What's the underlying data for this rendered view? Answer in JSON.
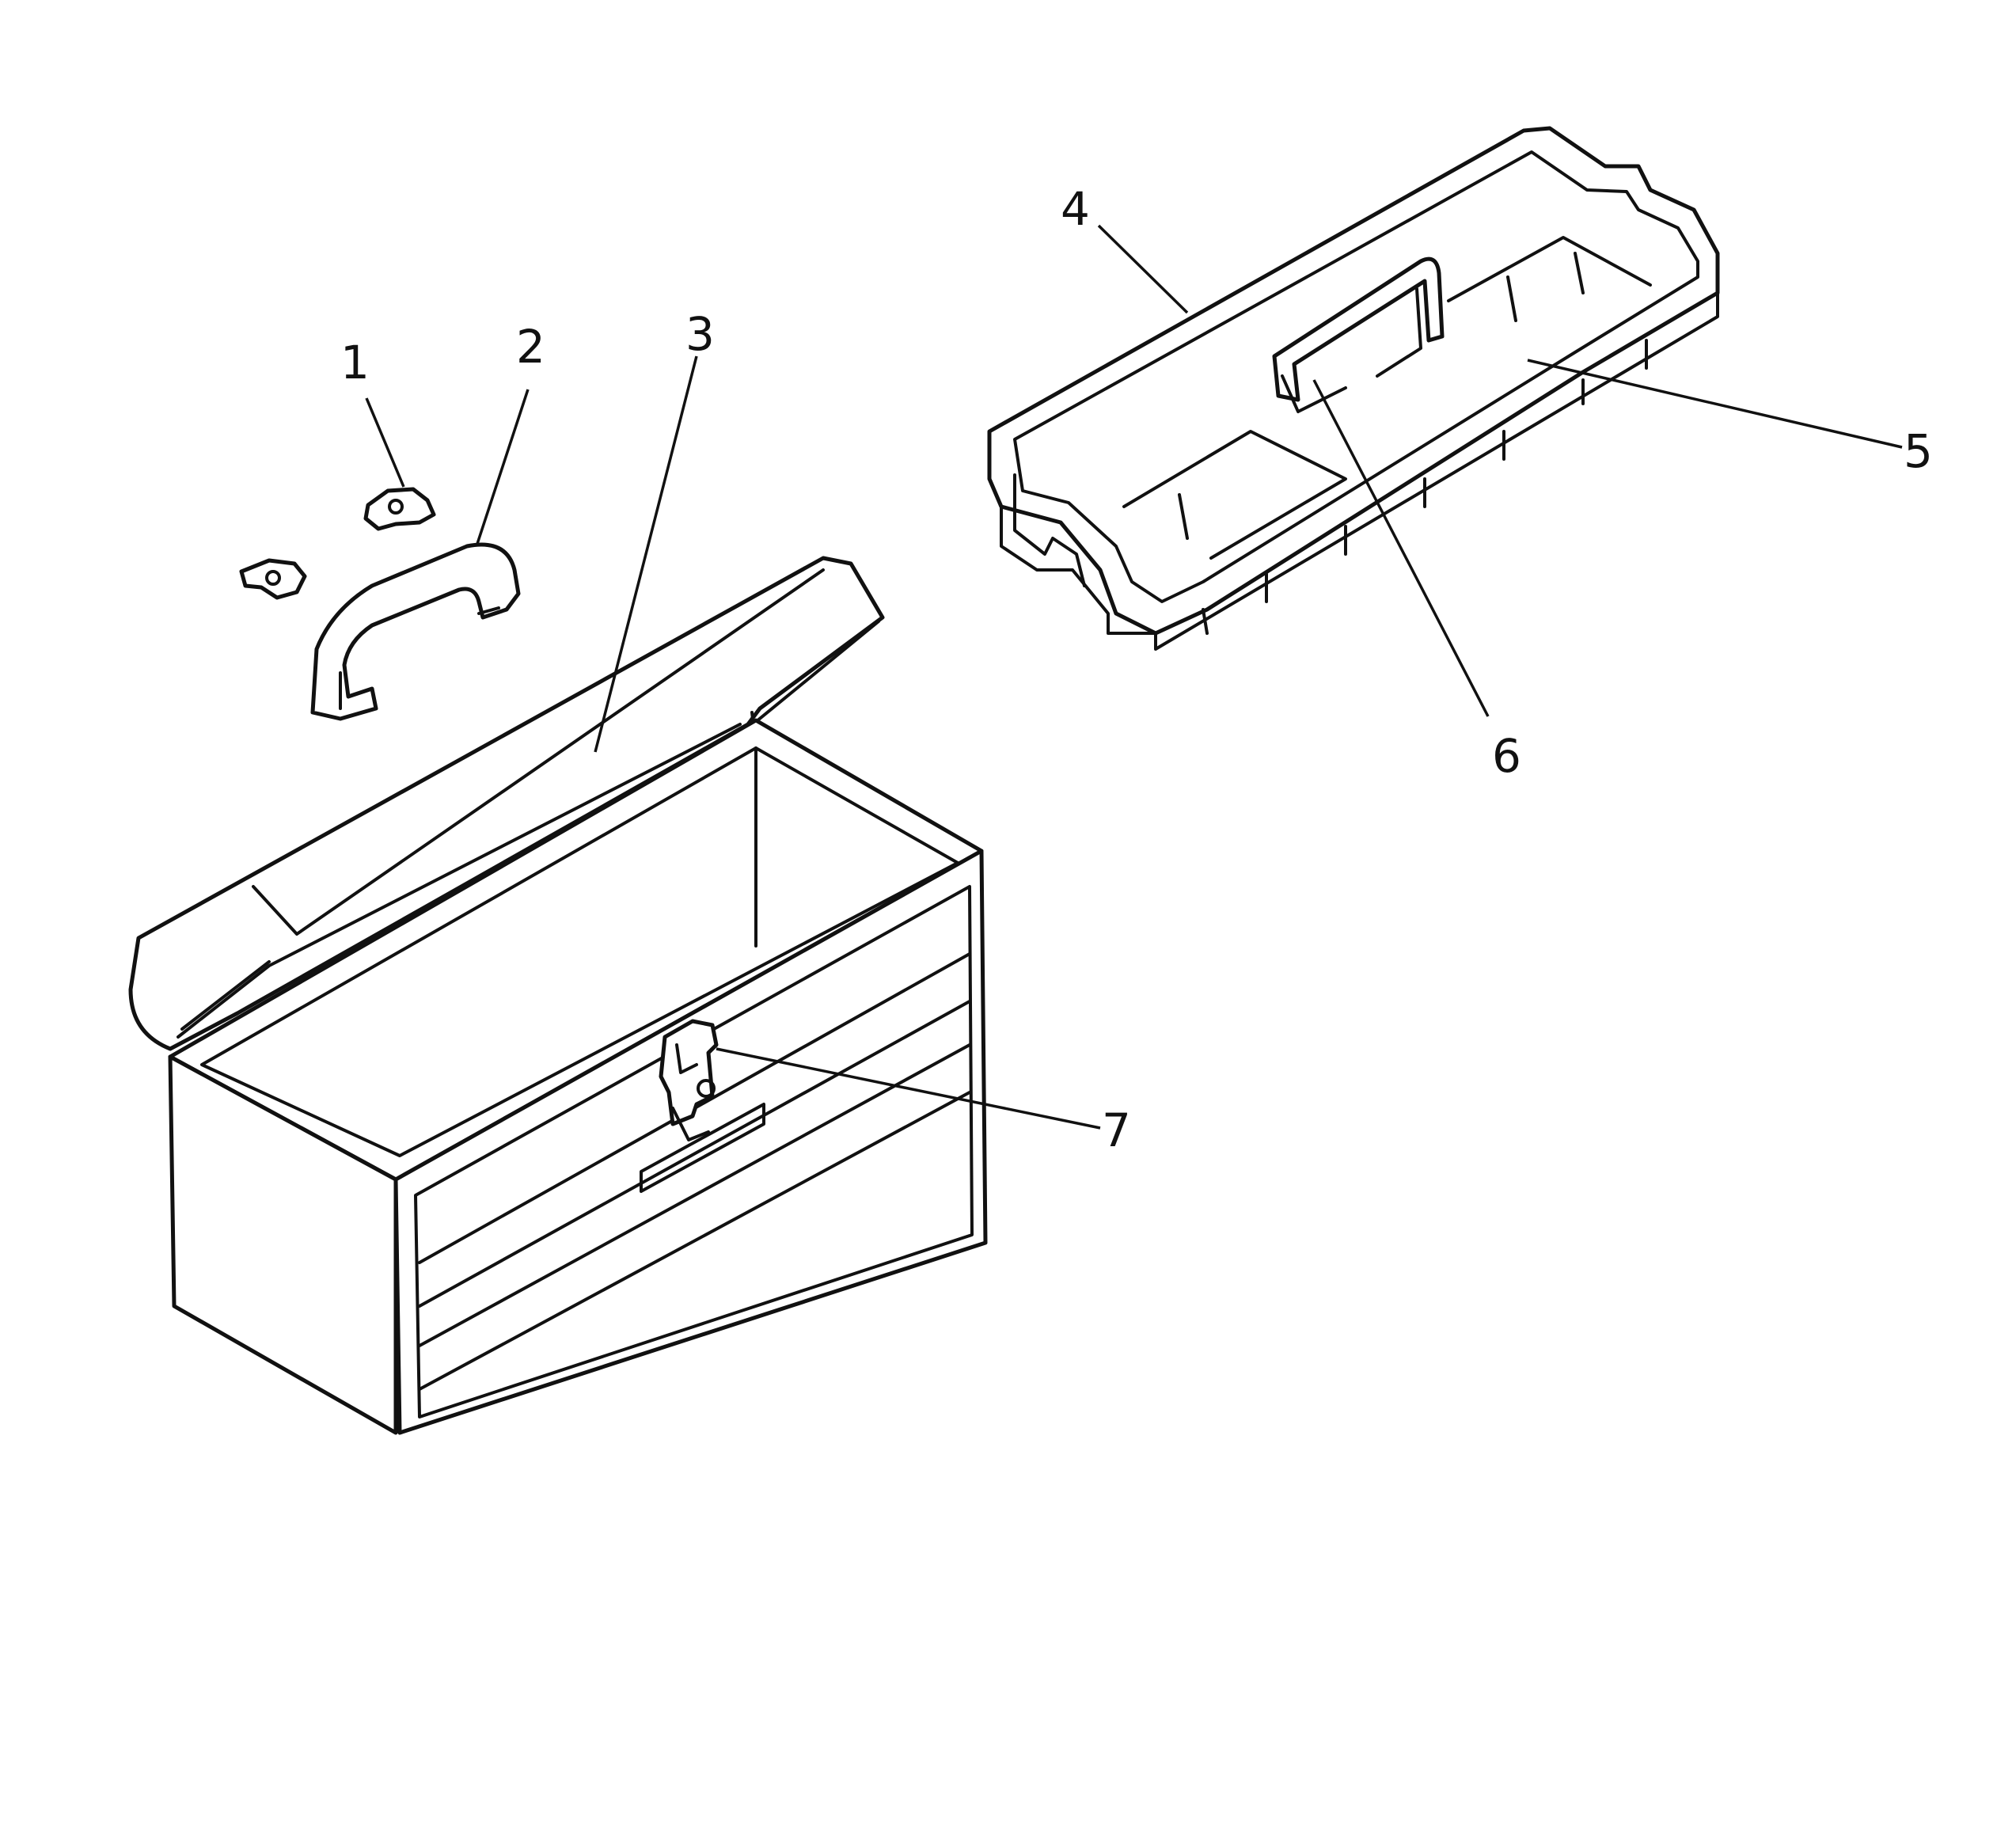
{
  "callouts": {
    "c1": "1",
    "c2": "2",
    "c3": "3",
    "c4": "4",
    "c5": "5",
    "c6": "6",
    "c7": "7"
  },
  "colors": {
    "line": "#111111",
    "background": "#ffffff"
  }
}
